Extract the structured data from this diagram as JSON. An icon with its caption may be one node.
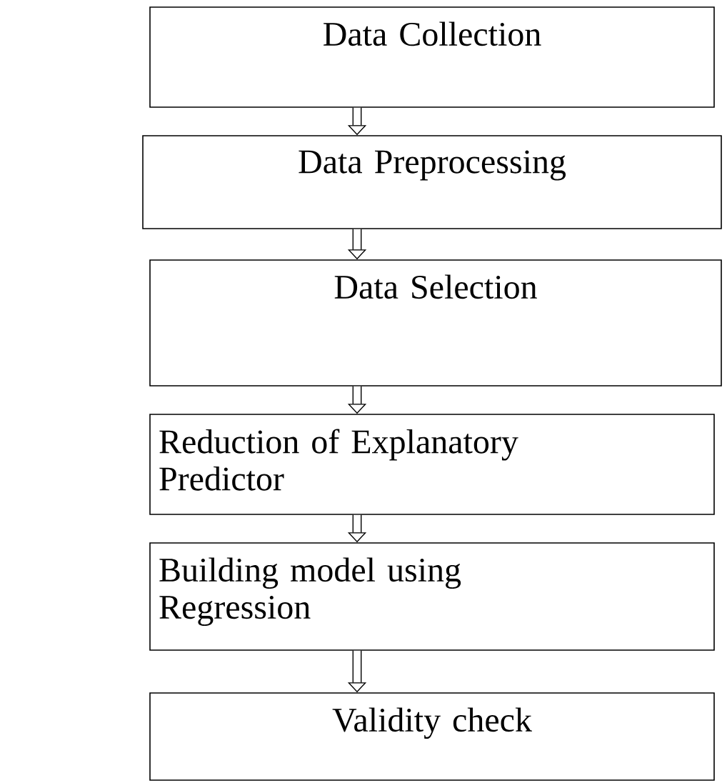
{
  "diagram": {
    "nodes": [
      {
        "text": [
          "Data Collection"
        ]
      },
      {
        "text": [
          "Data Preprocessing"
        ]
      },
      {
        "text": [
          "Data Selection"
        ]
      },
      {
        "text": [
          "Reduction of Explanatory Predictor"
        ]
      },
      {
        "text": [
          "Building model using Regression"
        ]
      },
      {
        "text": [
          "Validity check"
        ]
      }
    ],
    "edges": [
      {
        "from": 0,
        "to": 1,
        "arrow": "to"
      },
      {
        "from": 1,
        "to": 2,
        "arrow": "to"
      },
      {
        "from": 2,
        "to": 3,
        "arrow": "to"
      },
      {
        "from": 3,
        "to": 4,
        "arrow": "to"
      },
      {
        "from": 4,
        "to": 5,
        "arrow": "to"
      }
    ]
  }
}
